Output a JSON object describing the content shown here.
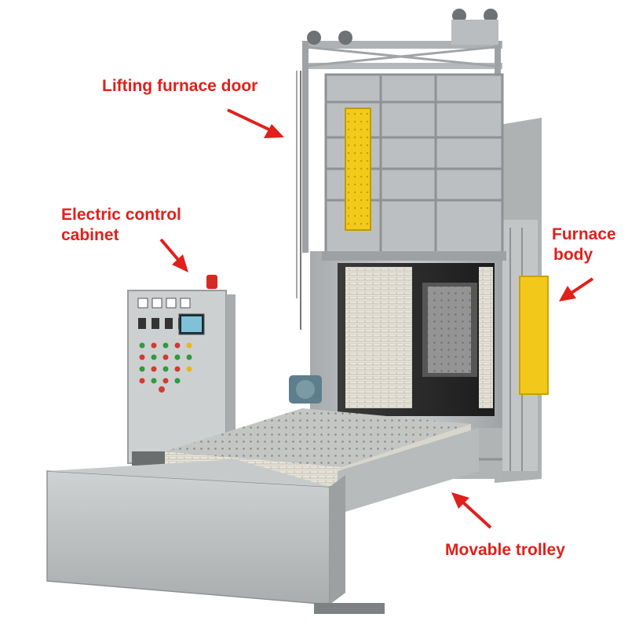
{
  "annotations": {
    "door": "Lifting furnace door",
    "cabinet_line1": "Electric control",
    "cabinet_line2": "cabinet",
    "body_line1": "Furnace",
    "body_line2": "body",
    "trolley": "Movable trolley"
  },
  "colors": {
    "label": "#e0201b",
    "arrow": "#e0201b",
    "steel": "#b8bcbe",
    "steel_dark": "#8e9294",
    "warning_panel": "#f2c81a",
    "brick": "#e9e6dd",
    "cabinet": "#c9cccc"
  },
  "icons": {
    "arrows": "red-pointer-arrow",
    "panel_buttons": "colored-indicator-buttons",
    "beacon": "red-alarm-beacon"
  }
}
